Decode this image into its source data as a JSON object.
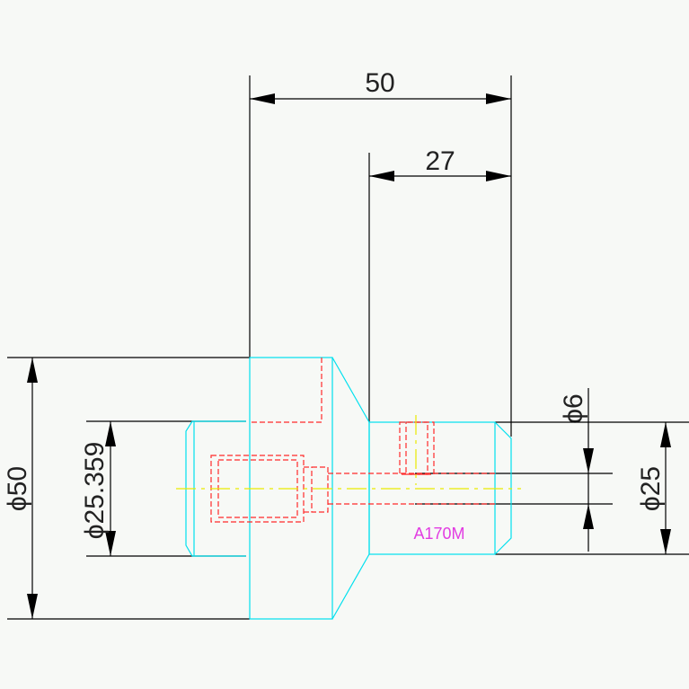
{
  "dimensions": {
    "overall_length": "50",
    "step_length": "27",
    "diameter_large": "ϕ50",
    "diameter_bore": "ϕ25.359",
    "diameter_hole": "ϕ6",
    "diameter_small": "ϕ25"
  },
  "part": {
    "label": "A170M",
    "label_color": "#e23ce2"
  },
  "colors": {
    "outline": "#00e0ee",
    "hidden": "#ff2a2a",
    "center": "#eaea00",
    "dimension": "#000000"
  }
}
